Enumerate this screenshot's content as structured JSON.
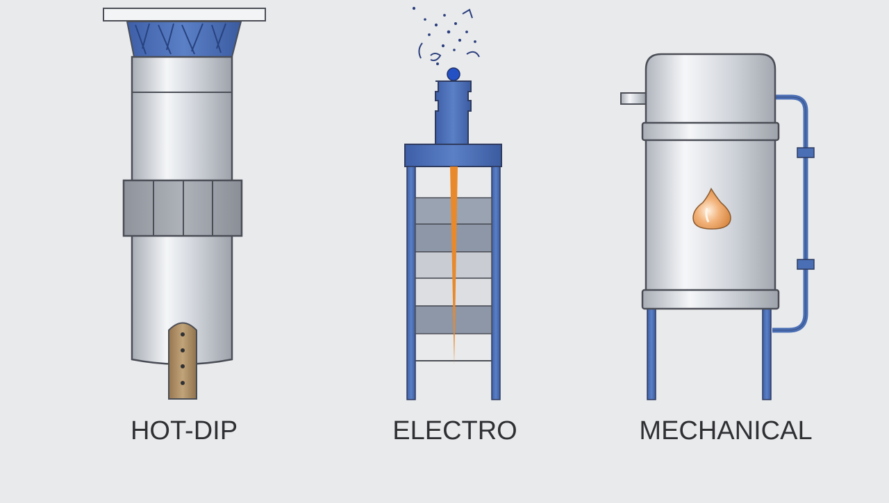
{
  "labels": {
    "hot_dip": "HOT-DIP",
    "electro": "ELECTRO",
    "mechanical": "MECHANICAL"
  },
  "colors": {
    "background": "#e9eaec",
    "steel": "#b9bec6",
    "steel_highlight": "#f4f6f8",
    "accent_blue": "#4a6fb5",
    "band_gray": "#9ca0a8",
    "copper": "#a8885f",
    "spark_orange": "#e8892c",
    "outline": "#4a4d55"
  },
  "icons": {
    "hot_dip": "galvanizing-kettle-icon",
    "electro": "electroplating-stand-icon",
    "mechanical": "tumbling-tank-icon"
  }
}
